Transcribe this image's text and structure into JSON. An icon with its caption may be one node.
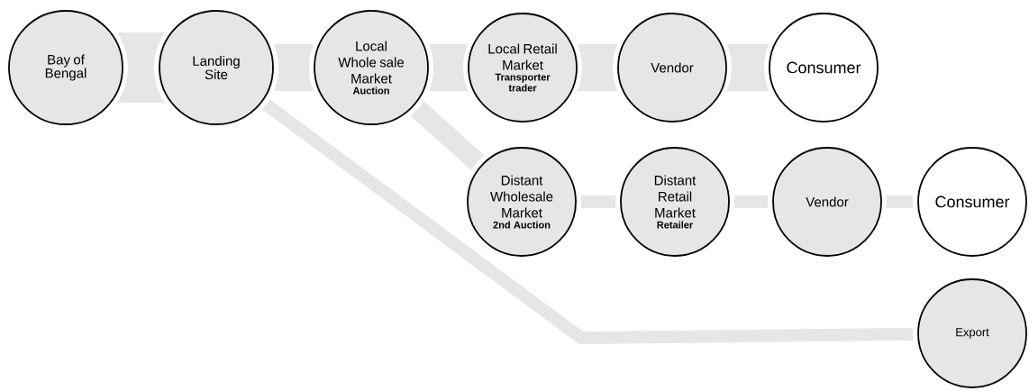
{
  "diagram": {
    "nodes": [
      {
        "text": [
          "Bay of Bengal"
        ]
      },
      {
        "text": [
          "Landing Site"
        ]
      },
      {
        "text": [
          "Local Whole sale Market",
          "Auction"
        ]
      },
      {
        "text": [
          "Local Retail Market",
          "Transporter trader"
        ]
      },
      {
        "text": [
          "Vendor"
        ]
      },
      {
        "text": [
          "Consumer"
        ]
      },
      {
        "text": [
          "Distant Wholesale Market",
          "2nd Auction"
        ]
      },
      {
        "text": [
          "Distant Retail Market",
          "Retailer"
        ]
      },
      {
        "text": [
          "Vendor"
        ]
      },
      {
        "text": [
          "Consumer"
        ]
      },
      {
        "text": [
          "Export"
        ]
      }
    ],
    "edges": [
      {
        "from": 0,
        "to": 1,
        "arrow": "none",
        "style": "thick"
      },
      {
        "from": 1,
        "to": 2,
        "arrow": "none",
        "style": "thick"
      },
      {
        "from": 2,
        "to": 3,
        "arrow": "none",
        "style": "thick"
      },
      {
        "from": 3,
        "to": 4,
        "arrow": "none",
        "style": "thick"
      },
      {
        "from": 4,
        "to": 5,
        "arrow": "none",
        "style": "thick"
      },
      {
        "from": 2,
        "to": 6,
        "arrow": "none"
      },
      {
        "from": 6,
        "to": 7,
        "arrow": "none"
      },
      {
        "from": 7,
        "to": 8,
        "arrow": "none"
      },
      {
        "from": 8,
        "to": 9,
        "arrow": "none"
      },
      {
        "from": 1,
        "to": 10,
        "arrow": "none"
      }
    ]
  }
}
